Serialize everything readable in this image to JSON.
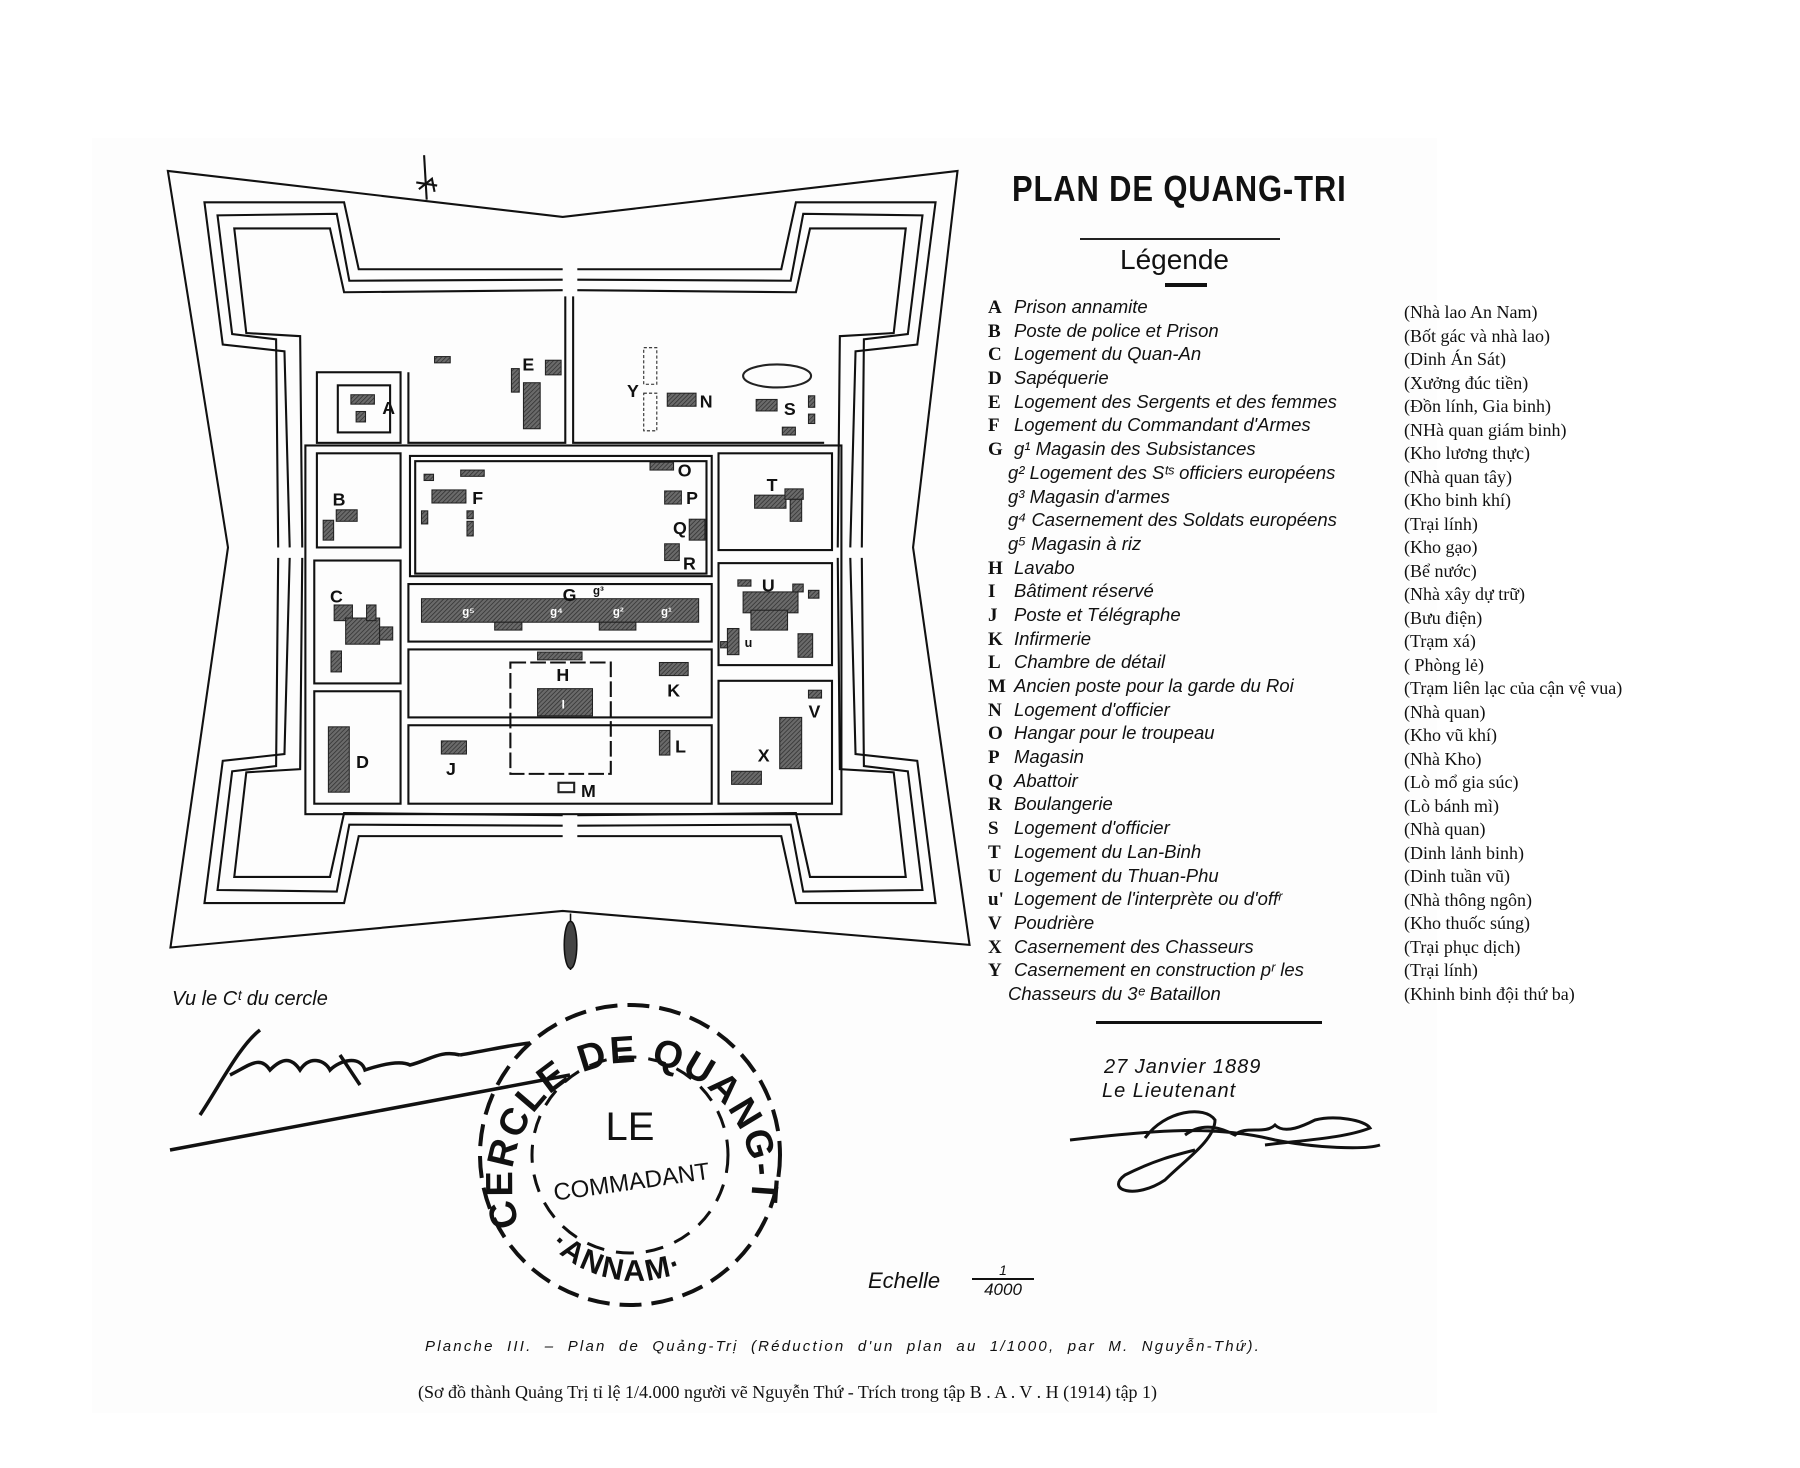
{
  "title": "PLAN DE QUANG-TRI",
  "legend_heading": "Légende",
  "legend": [
    {
      "key": "A",
      "text": "Prison annamite",
      "vi": "(Nhà lao An Nam)"
    },
    {
      "key": "B",
      "text": "Poste de police et Prison",
      "vi": "(Bốt gác và nhà lao)"
    },
    {
      "key": "C",
      "text": "Logement du Quan-An",
      "vi": "(Dinh Án Sát)"
    },
    {
      "key": "D",
      "text": "Sapéquerie",
      "vi": "(Xưởng đúc tiền)"
    },
    {
      "key": "E",
      "text": "Logement des Sergents et des femmes",
      "vi": "(Đồn lính, Gia binh)"
    },
    {
      "key": "F",
      "text": "Logement du Commandant d'Armes",
      "vi": "(NHà quan giám binh)"
    },
    {
      "key": "G",
      "text": "g¹ Magasin des Subsistances",
      "vi": "(Kho lương thực)"
    },
    {
      "key": "",
      "text": "g² Logement des Sᵗˢ officiers européens",
      "vi": "(Nhà quan tây)"
    },
    {
      "key": "",
      "text": "g³ Magasin d'armes",
      "vi": "(Kho binh khí)"
    },
    {
      "key": "",
      "text": "g⁴ Casernement des Soldats européens",
      "vi": "(Trại lính)"
    },
    {
      "key": "",
      "text": "g⁵ Magasin à riz",
      "vi": "(Kho gạo)"
    },
    {
      "key": "H",
      "text": "Lavabo",
      "vi": "(Bể nước)"
    },
    {
      "key": "I",
      "text": "Bâtiment réservé",
      "vi": "(Nhà xây dự trữ)"
    },
    {
      "key": "J",
      "text": "Poste et Télégraphe",
      "vi": "(Bưu điện)"
    },
    {
      "key": "K",
      "text": "Infirmerie",
      "vi": "(Trạm xá)"
    },
    {
      "key": "L",
      "text": "Chambre de détail",
      "vi": "( Phòng lẻ)"
    },
    {
      "key": "M",
      "text": "Ancien poste pour la garde du Roi",
      "vi": "(Trạm liên lạc của cận vệ vua)"
    },
    {
      "key": "N",
      "text": "Logement d'officier",
      "vi": "(Nhà quan)"
    },
    {
      "key": "O",
      "text": "Hangar pour le troupeau",
      "vi": "(Kho vũ khí)"
    },
    {
      "key": "P",
      "text": "Magasin",
      "vi": "(Nhà Kho)"
    },
    {
      "key": "Q",
      "text": "Abattoir",
      "vi": "(Lò mổ gia súc)"
    },
    {
      "key": "R",
      "text": "Boulangerie",
      "vi": "(Lò bánh mì)"
    },
    {
      "key": "S",
      "text": "Logement d'officier",
      "vi": "(Nhà quan)"
    },
    {
      "key": "T",
      "text": "Logement du Lan-Binh",
      "vi": "(Dinh lảnh binh)"
    },
    {
      "key": "U",
      "text": "Logement du Thuan-Phu",
      "vi": "(Dinh tuần vũ)"
    },
    {
      "key": "u'",
      "text": "Logement de l'interprète ou d'offʳ",
      "vi": "(Nhà thông ngôn)"
    },
    {
      "key": "V",
      "text": "Poudrière",
      "vi": "(Kho thuốc súng)"
    },
    {
      "key": "X",
      "text": "Casernement des Chasseurs",
      "vi": "(Trại phục dịch)"
    },
    {
      "key": "Y",
      "text": "Casernement en construction pʳ les",
      "vi": "(Trại lính)"
    },
    {
      "key": "",
      "text": "Chasseurs du 3ᵉ Bataillon",
      "vi": "(Khinh binh đội thứ ba)"
    }
  ],
  "map_labels": [
    "A",
    "B",
    "C",
    "D",
    "E",
    "F",
    "G",
    "g¹",
    "g²",
    "g³",
    "g⁴",
    "g⁵",
    "H",
    "I",
    "J",
    "K",
    "L",
    "M",
    "N",
    "O",
    "P",
    "Q",
    "R",
    "S",
    "T",
    "U",
    "u",
    "V",
    "X",
    "Y"
  ],
  "date": "27 Janvier 1889",
  "signatory_right": "Le Lieutenant",
  "signatory_left": "Vu le Cᵗ du cercle",
  "stamp": {
    "ring_top": "CERCLE DE QUANG-TRI",
    "ring_bottom": "·ANNAM·",
    "center_1": "LE",
    "center_2": "COMMADANT"
  },
  "scale": {
    "label": "Echelle",
    "numerator": "1",
    "denominator": "4000"
  },
  "caption_fr": "Planche III. – Plan de Quảng-Trị (Réduction d'un plan au 1/1000, par M. Nguyễn-Thứ).",
  "caption_vi": "(Sơ đồ thành Quảng Trị tỉ lệ 1/4.000  người vẽ Nguyễn Thứ - Trích trong tập B . A . V . H  (1914) tập 1)",
  "colors": {
    "ink": "#111111",
    "building_fill": "#5a5a5a",
    "paper": "#fdfdfd"
  }
}
